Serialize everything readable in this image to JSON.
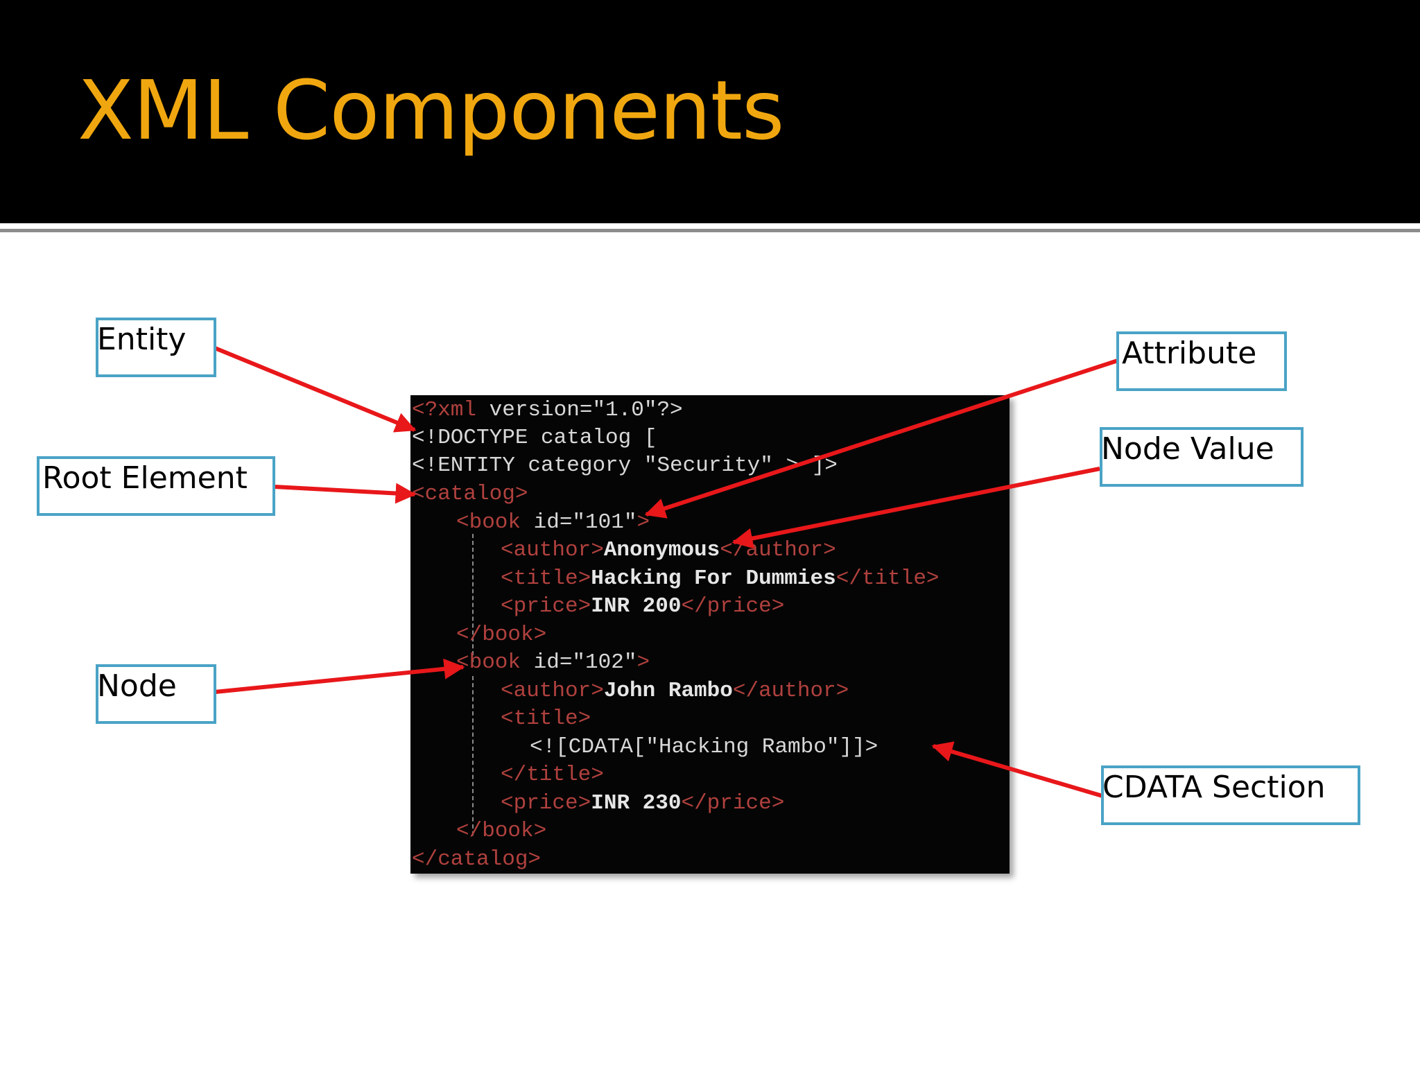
{
  "title": "XML Components",
  "colors": {
    "title": "#f0a70f",
    "callout_border": "#4aa3c6",
    "arrow": "#e8171a",
    "tag": "#b0413e"
  },
  "code": {
    "line1": {
      "a": "<?xml",
      "b": " version=\"1.0\"?>"
    },
    "line2": "<!DOCTYPE catalog [",
    "line3": "<!ENTITY category \"Security\" > ]>",
    "line4": "<catalog>",
    "line5": {
      "a": "<book",
      "b": " id=\"101\"",
      "c": ">"
    },
    "line6": {
      "a": "<author>",
      "b": "Anonymous",
      "c": "</author>"
    },
    "line7": {
      "a": "<title>",
      "b": "Hacking For Dummies",
      "c": "</title>"
    },
    "line8": {
      "a": "<price>",
      "b": "INR 200",
      "c": "</price>"
    },
    "line9": "</book>",
    "line10": {
      "a": "<book",
      "b": " id=\"102\"",
      "c": ">"
    },
    "line11": {
      "a": "<author>",
      "b": "John Rambo",
      "c": "</author>"
    },
    "line12": "<title>",
    "line13": "<![CDATA[\"Hacking Rambo\"]]>",
    "line14": "</title>",
    "line15": {
      "a": "<price>",
      "b": "INR 230",
      "c": "</price>"
    },
    "line16": "</book>",
    "line17": "</catalog>"
  },
  "callouts": {
    "entity": "Entity",
    "root": "Root Element",
    "node": "Node",
    "attribute": "Attribute",
    "node_value": "Node Value",
    "cdata": "CDATA Section"
  }
}
